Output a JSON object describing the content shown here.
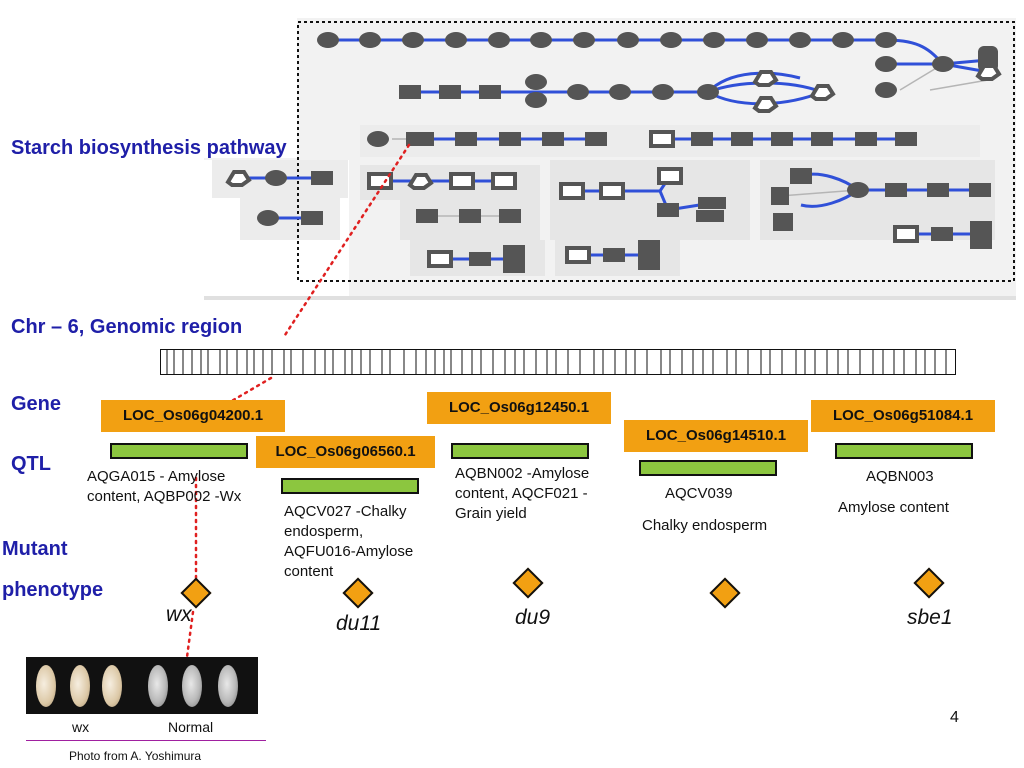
{
  "labels": {
    "pathway": "Starch biosynthesis pathway",
    "genomic": "Chr – 6, Genomic region",
    "gene": "Gene",
    "qtl": "QTL",
    "mutant1": "Mutant",
    "mutant2": "phenotype"
  },
  "genes": [
    "LOC_Os06g04200.1",
    "LOC_Os06g06560.1",
    "LOC_Os06g12450.1",
    "LOC_Os06g14510.1",
    "LOC_Os06g51084.1"
  ],
  "qtls": [
    {
      "line1": "AQGA015 - Amylose",
      "line2": "content,  AQBP002 -Wx",
      "line3": "",
      "line4": ""
    },
    {
      "line1": "AQCV027 -Chalky",
      "line2": "endosperm,",
      "line3": "AQFU016-Amylose",
      "line4": "content"
    },
    {
      "line1": "AQBN002 -Amylose",
      "line2": "content, AQCF021 -",
      "line3": "Grain yield",
      "line4": ""
    },
    {
      "line1": "AQCV039",
      "line2": "Chalky endosperm",
      "line3": "",
      "line4": ""
    },
    {
      "line1": "AQBN003",
      "line2": "Amylose content",
      "line3": "",
      "line4": ""
    }
  ],
  "mutants": [
    "wx",
    "du11",
    "du9",
    "",
    "sbe1"
  ],
  "photo": {
    "left_label": "wx",
    "right_label": "Normal",
    "credit": "Photo from A. Yoshimura"
  },
  "page_number": "4",
  "colors": {
    "title": "#1f1fa8",
    "gene_box": "#f2a012",
    "qtl_bar": "#8cc63f",
    "edge": "#3050d8",
    "node": "#555555",
    "dotted_link": "#e02020"
  }
}
